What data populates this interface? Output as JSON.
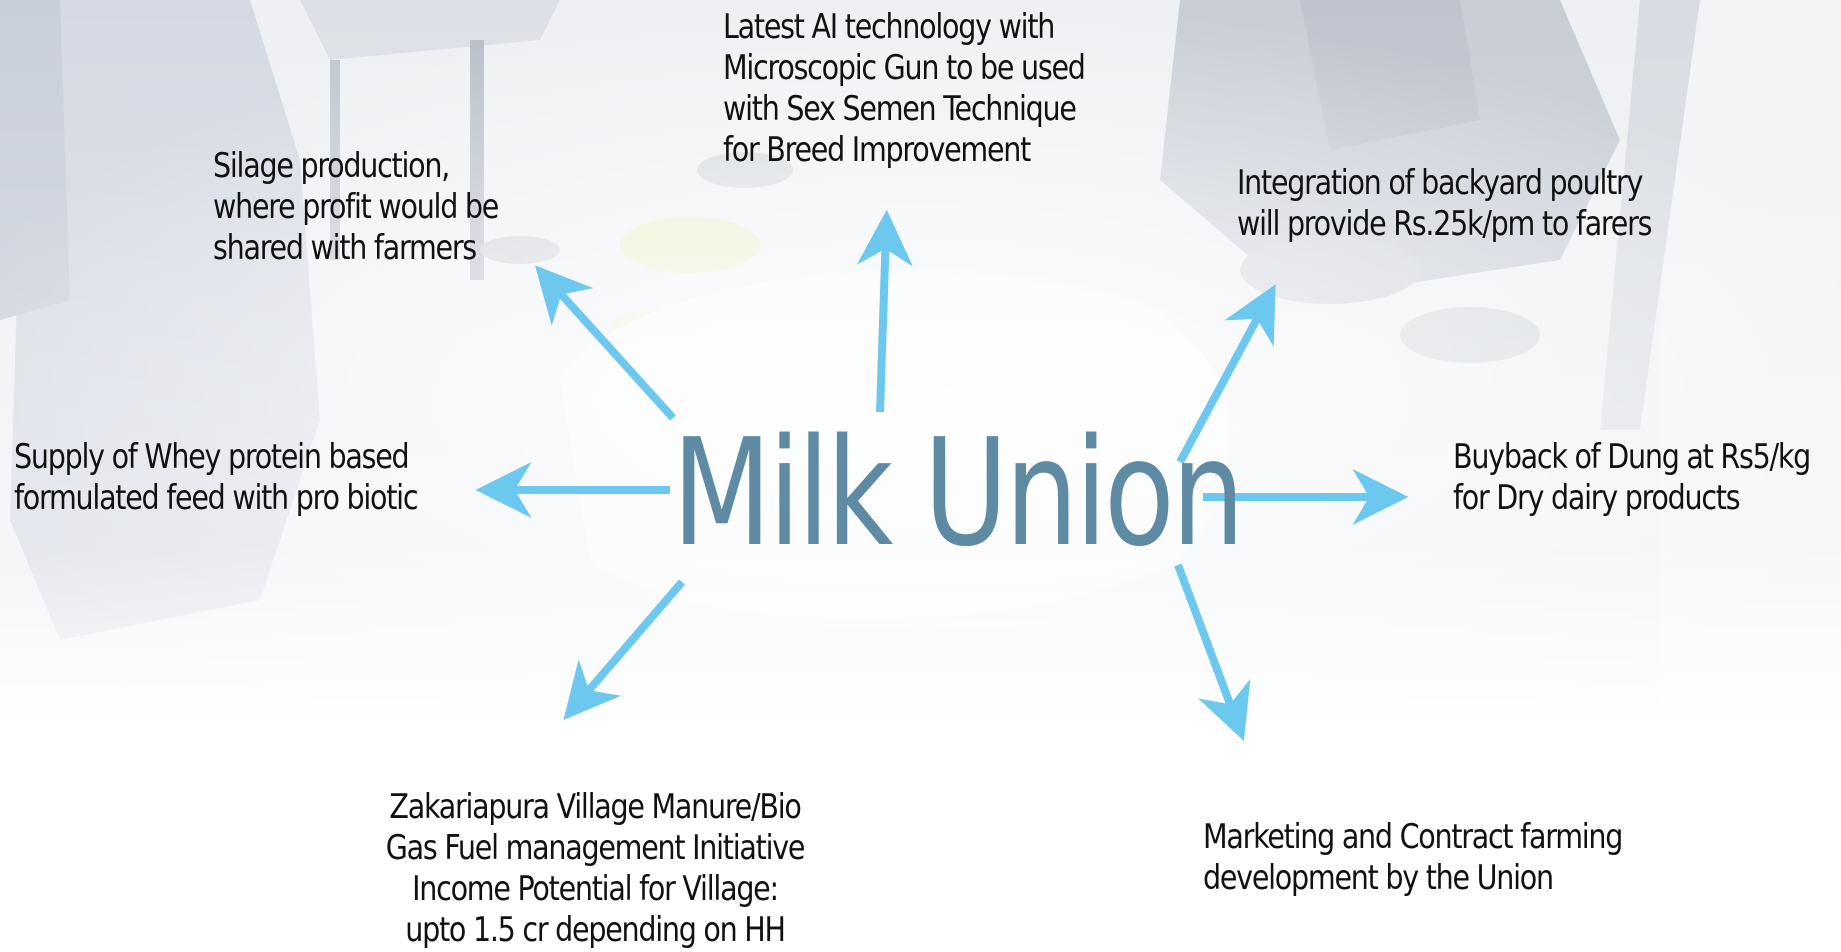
{
  "title": "Milk Union",
  "colors": {
    "title": "#5e8ba3",
    "arrow": "#6cc8ef",
    "text": "#111111"
  },
  "nodes": {
    "ai_tech": "Latest AI technology with\nMicroscopic Gun to be used\nwith Sex Semen Technique\nfor Breed Improvement",
    "silage": "Silage production,\nwhere profit would be\nshared with farmers",
    "poultry": "Integration of backyard poultry\nwill provide Rs.25k/pm to farers",
    "whey": "Supply of Whey protein based\nformulated feed with pro biotic",
    "dung": "Buyback of Dung at Rs5/kg\nfor Dry dairy products",
    "manure": "Zakariapura Village Manure/Bio\nGas Fuel management Initiative\nIncome Potential for Village:\nupto 1.5 cr depending on HH",
    "marketing": "Marketing and Contract farming\ndevelopment by the Union"
  }
}
